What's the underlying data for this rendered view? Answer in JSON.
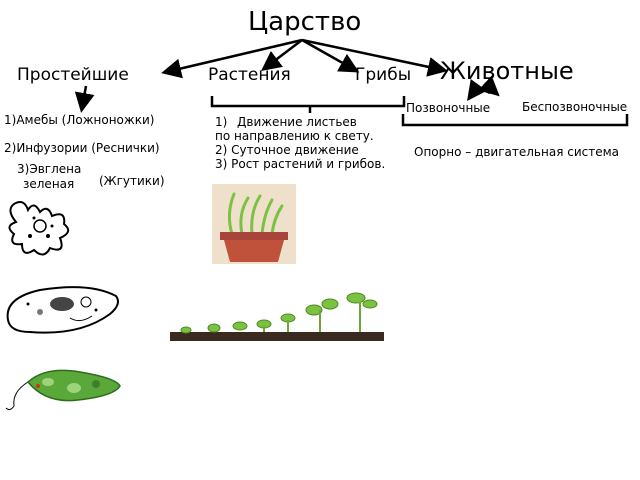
{
  "root": {
    "label": "Царство"
  },
  "kingdoms": {
    "protists": "Простейшие",
    "plants": "Растения",
    "fungi": "Грибы",
    "animals": "Животные"
  },
  "animals": {
    "vertebrates": "Позвоночные",
    "invertebrates": "Беспозвоночные",
    "note": "Опорно – двигательная система"
  },
  "protists": {
    "item1": "1)Амебы (Ложноножки)",
    "item2": "2)Инфузории (Реснички)",
    "item3_line1": "3)Эвглена",
    "item3_line2": "зеленая",
    "item3_note": "(Жгутики)"
  },
  "plants_fungi": {
    "item1_num": "1)",
    "item1_text": "Движение листьев",
    "item1_cont": "по направлению к свету.",
    "item2": "2) Суточное движение",
    "item3": "3) Рост растений и грибов."
  },
  "colors": {
    "pot": "#c0523c",
    "soil": "#3a2a20",
    "leaf": "#7cc242",
    "euglena": "#5aa83a"
  }
}
